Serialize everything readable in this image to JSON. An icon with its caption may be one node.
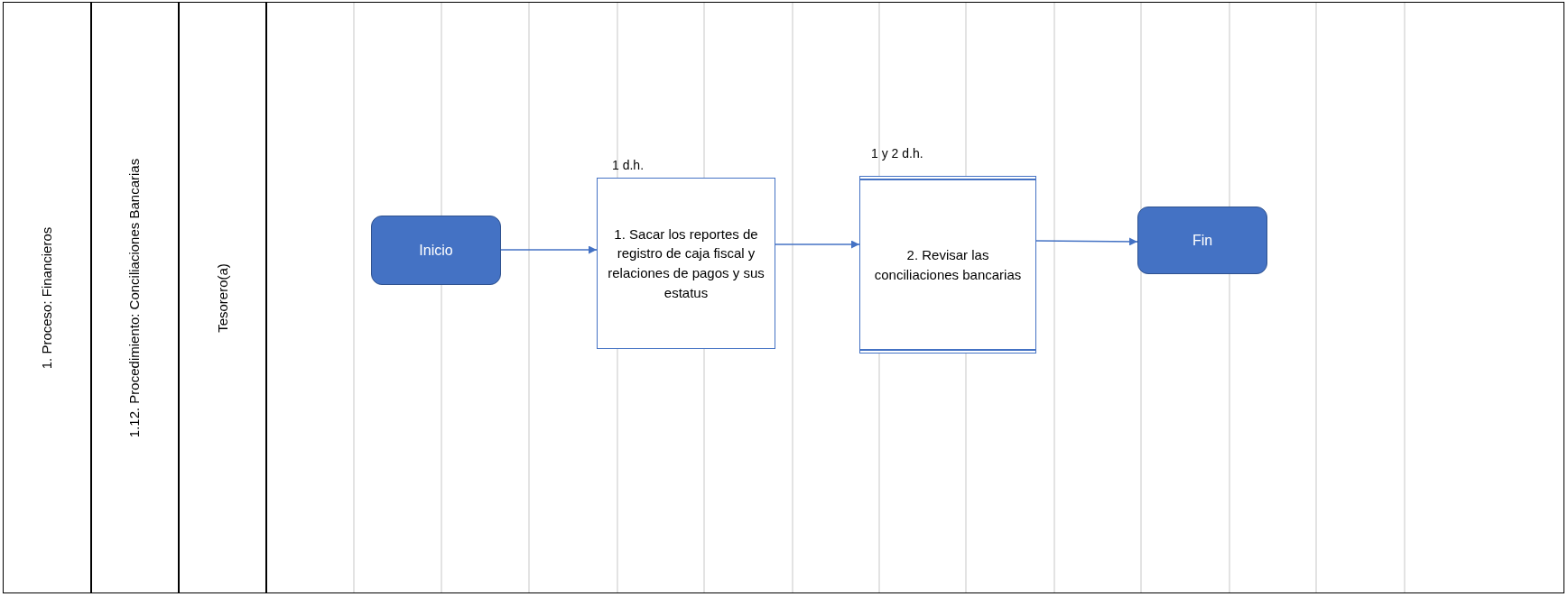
{
  "diagram": {
    "nodes": [
      {
        "text": [
          "1. Proceso: Financieros"
        ]
      },
      {
        "text": [
          "1.12. Procedimiento: Conciliaciones Bancarias"
        ]
      },
      {
        "text": [
          "Tesorero(a)"
        ]
      },
      {
        "text": [
          "Inicio"
        ]
      },
      {
        "text": [
          "1. Sacar los reportes de registro de caja fiscal y relaciones de pagos y sus estatus"
        ],
        "beside": [
          "1 d.h."
        ]
      },
      {
        "text": [
          "2. Revisar las conciliaciones bancarias"
        ],
        "beside": [
          "1 y 2 d.h."
        ]
      },
      {
        "text": [
          "Fin"
        ]
      }
    ],
    "edges": [
      {
        "from": 3,
        "to": 4,
        "arrow": "to"
      },
      {
        "from": 4,
        "to": 5,
        "arrow": "to"
      },
      {
        "from": 5,
        "to": 6,
        "arrow": "to"
      }
    ]
  }
}
